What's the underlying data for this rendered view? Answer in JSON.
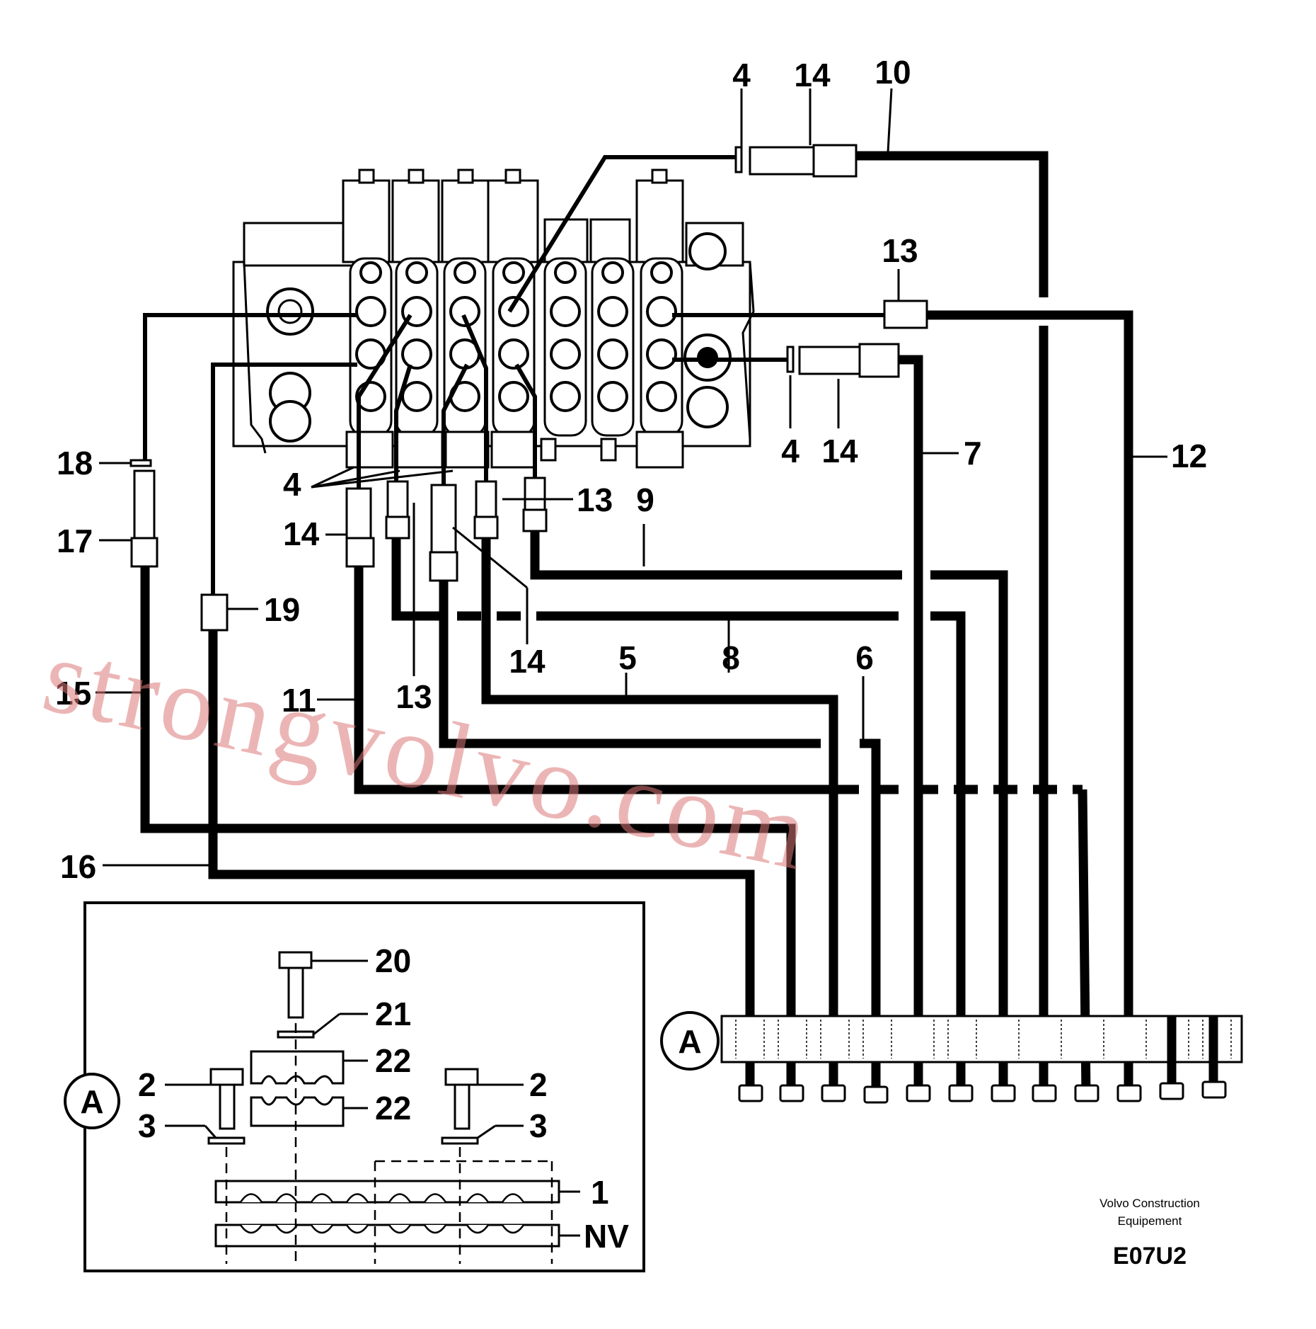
{
  "labels": {
    "l4_top": "4",
    "l14_top": "14",
    "l10": "10",
    "l13_right": "13",
    "l4_mid": "4",
    "l14_mid": "14",
    "l7": "7",
    "l12": "12",
    "l18": "18",
    "l17": "17",
    "l4_left": "4",
    "l14_left": "14",
    "l13_mid": "13",
    "l9": "9",
    "l19": "19",
    "l14_low": "14",
    "l13_low": "13",
    "l5": "5",
    "l8": "8",
    "l6": "6",
    "l15": "15",
    "l11": "11",
    "l16": "16"
  },
  "detail": {
    "l20": "20",
    "l21": "21",
    "l22a": "22",
    "l22b": "22",
    "l2a": "2",
    "l2b": "2",
    "l3a": "3",
    "l3b": "3",
    "l1": "1",
    "lnv": "NV",
    "callout": "A"
  },
  "block_callout": "A",
  "credit": {
    "line1": "Volvo Construction",
    "line2": "Equipement"
  },
  "drawing_code": "E07U2",
  "watermark": "strongvolvo.com",
  "colors": {
    "line": "#000000",
    "watermark": "#dc7878"
  }
}
